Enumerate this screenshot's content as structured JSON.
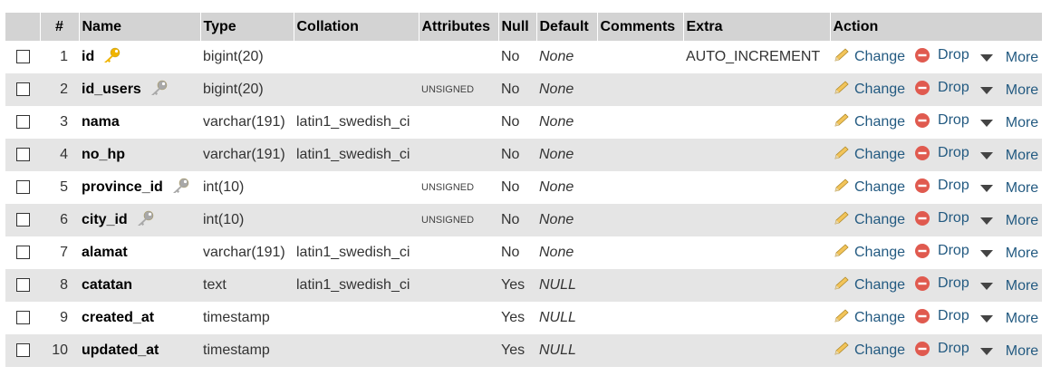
{
  "headers": [
    "",
    "#",
    "Name",
    "Type",
    "Collation",
    "Attributes",
    "Null",
    "Default",
    "Comments",
    "Extra",
    "Action"
  ],
  "actions": {
    "change": "Change",
    "drop": "Drop",
    "more": "More"
  },
  "rows": [
    {
      "num": "1",
      "name": "id",
      "key": "primary",
      "type": "bigint(20)",
      "collation": "",
      "attributes": "",
      "null": "No",
      "default": "None",
      "comments": "",
      "extra": "AUTO_INCREMENT"
    },
    {
      "num": "2",
      "name": "id_users",
      "key": "index",
      "type": "bigint(20)",
      "collation": "",
      "attributes": "UNSIGNED",
      "null": "No",
      "default": "None",
      "comments": "",
      "extra": ""
    },
    {
      "num": "3",
      "name": "nama",
      "key": "",
      "type": "varchar(191)",
      "collation": "latin1_swedish_ci",
      "attributes": "",
      "null": "No",
      "default": "None",
      "comments": "",
      "extra": ""
    },
    {
      "num": "4",
      "name": "no_hp",
      "key": "",
      "type": "varchar(191)",
      "collation": "latin1_swedish_ci",
      "attributes": "",
      "null": "No",
      "default": "None",
      "comments": "",
      "extra": ""
    },
    {
      "num": "5",
      "name": "province_id",
      "key": "index",
      "type": "int(10)",
      "collation": "",
      "attributes": "UNSIGNED",
      "null": "No",
      "default": "None",
      "comments": "",
      "extra": ""
    },
    {
      "num": "6",
      "name": "city_id",
      "key": "index",
      "type": "int(10)",
      "collation": "",
      "attributes": "UNSIGNED",
      "null": "No",
      "default": "None",
      "comments": "",
      "extra": ""
    },
    {
      "num": "7",
      "name": "alamat",
      "key": "",
      "type": "varchar(191)",
      "collation": "latin1_swedish_ci",
      "attributes": "",
      "null": "No",
      "default": "None",
      "comments": "",
      "extra": ""
    },
    {
      "num": "8",
      "name": "catatan",
      "key": "",
      "type": "text",
      "collation": "latin1_swedish_ci",
      "attributes": "",
      "null": "Yes",
      "default": "NULL",
      "comments": "",
      "extra": ""
    },
    {
      "num": "9",
      "name": "created_at",
      "key": "",
      "type": "timestamp",
      "collation": "",
      "attributes": "",
      "null": "Yes",
      "default": "NULL",
      "comments": "",
      "extra": ""
    },
    {
      "num": "10",
      "name": "updated_at",
      "key": "",
      "type": "timestamp",
      "collation": "",
      "attributes": "",
      "null": "Yes",
      "default": "NULL",
      "comments": "",
      "extra": ""
    }
  ],
  "colors": {
    "header_bg": "#d3d3d3",
    "row_alt_bg": "#e5e5e5",
    "link": "#235a81",
    "primary_key": "#f0b400",
    "index_key": "#a8a8a8",
    "drop_red": "#e05a4f"
  }
}
